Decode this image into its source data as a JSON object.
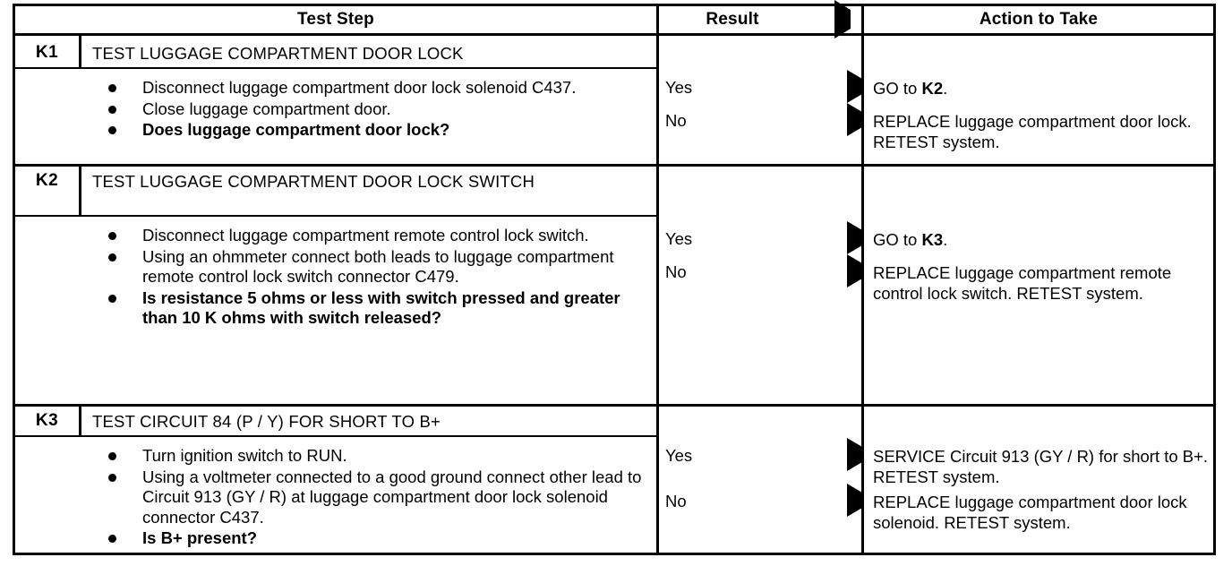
{
  "table": {
    "headers": {
      "test_step": "Test Step",
      "result": "Result",
      "action": "Action to Take",
      "result_arrow_icon": "solid-right-triangle-icon"
    },
    "rows": [
      {
        "step_number": "K1",
        "title": "TEST LUGGAGE COMPARTMENT DOOR LOCK",
        "bullets": [
          {
            "text": "Disconnect luggage compartment door lock solenoid C437.",
            "bold": false
          },
          {
            "text": "Close luggage compartment door.",
            "bold": false
          },
          {
            "text": "Does luggage compartment door lock?",
            "bold": true
          }
        ],
        "results": [
          {
            "label": "Yes",
            "arrow_icon": "solid-right-triangle-icon",
            "action_prefix": "GO to ",
            "action_bold": "K2",
            "action_suffix": "."
          },
          {
            "label": "No",
            "arrow_icon": "solid-right-triangle-icon",
            "action_prefix": "REPLACE luggage compartment door lock. RETEST system.",
            "action_bold": "",
            "action_suffix": ""
          }
        ]
      },
      {
        "step_number": "K2",
        "title": "TEST LUGGAGE COMPARTMENT DOOR LOCK SWITCH",
        "bullets": [
          {
            "text": "Disconnect luggage compartment remote control lock switch.",
            "bold": false
          },
          {
            "text": "Using an ohmmeter connect both leads to luggage compartment remote control lock switch connector C479.",
            "bold": false
          },
          {
            "text": "Is resistance 5 ohms or less with switch pressed and greater than 10 K ohms with switch released?",
            "bold": true
          }
        ],
        "results": [
          {
            "label": "Yes",
            "arrow_icon": "solid-right-triangle-icon",
            "action_prefix": "GO to ",
            "action_bold": "K3",
            "action_suffix": "."
          },
          {
            "label": "No",
            "arrow_icon": "solid-right-triangle-icon",
            "action_prefix": "REPLACE luggage compartment remote control lock switch. RETEST system.",
            "action_bold": "",
            "action_suffix": ""
          }
        ]
      },
      {
        "step_number": "K3",
        "title": "TEST CIRCUIT 84 (P / Y) FOR SHORT TO B+",
        "bullets": [
          {
            "text": "Turn ignition switch to RUN.",
            "bold": false
          },
          {
            "text": "Using a voltmeter connected to a good ground connect other lead to Circuit 913 (GY / R) at luggage compartment door lock solenoid connector C437.",
            "bold": false
          },
          {
            "text": "Is B+ present?",
            "bold": true
          }
        ],
        "results": [
          {
            "label": "Yes",
            "arrow_icon": "solid-right-triangle-icon",
            "action_prefix": "SERVICE Circuit 913 (GY / R) for short to B+. RETEST system.",
            "action_bold": "",
            "action_suffix": ""
          },
          {
            "label": "No",
            "arrow_icon": "solid-right-triangle-icon",
            "action_prefix": "REPLACE luggage compartment door lock solenoid. RETEST system.",
            "action_bold": "",
            "action_suffix": ""
          }
        ]
      }
    ]
  },
  "colors": {
    "ink": "#000000",
    "paper": "#ffffff"
  }
}
